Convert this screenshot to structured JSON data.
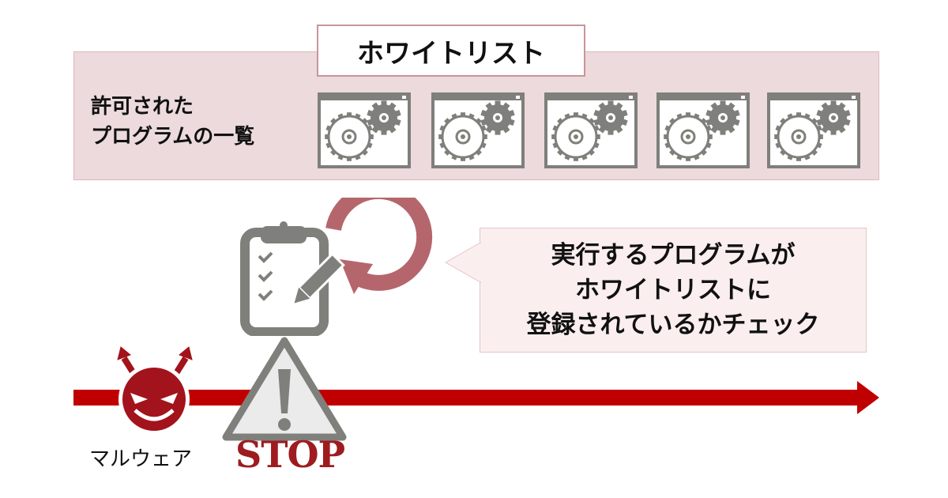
{
  "whitelist": {
    "title": "ホワイトリスト",
    "label_line1": "許可された",
    "label_line2": "プログラムの一覧",
    "program_count": 5
  },
  "callout": {
    "lines": [
      "実行するプログラムが",
      "ホワイトリストに",
      "登録されているかチェック"
    ]
  },
  "flow": {
    "malware_label": "マルウェア",
    "stop_label": "STOP"
  },
  "colors": {
    "accent_red": "#c00000",
    "stop_red": "#9e1b20",
    "icon_gray": "#7f7f7b",
    "panel_pink": "#ecdadc",
    "cycle_arrow": "#b5666c"
  }
}
